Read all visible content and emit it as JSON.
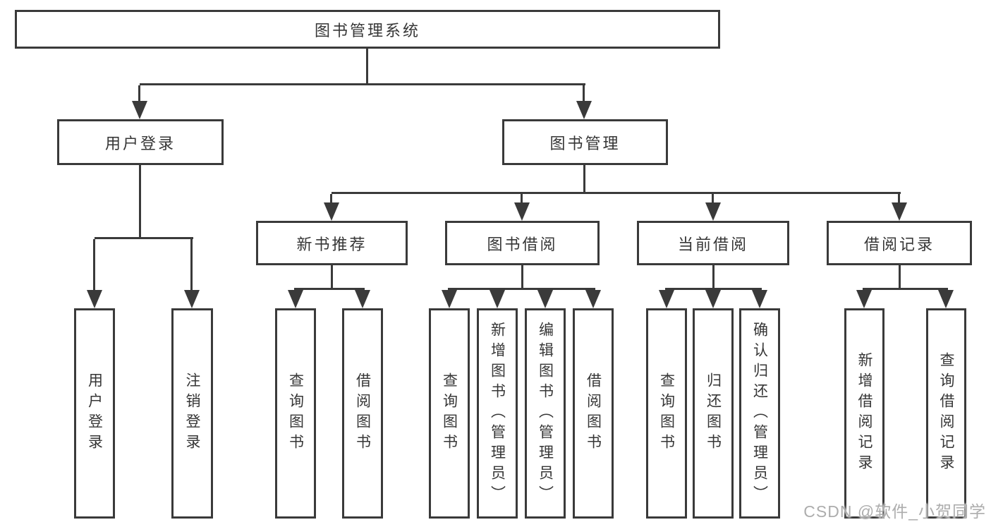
{
  "diagram": {
    "root": {
      "label": "图书管理系统"
    },
    "level2": [
      {
        "label": "用户登录",
        "children": [
          {
            "label": "用户登录"
          },
          {
            "label": "注销登录"
          }
        ]
      },
      {
        "label": "图书管理",
        "children": [
          {
            "label": "新书推荐",
            "children": [
              {
                "label": "查询图书"
              },
              {
                "label": "借阅图书"
              }
            ]
          },
          {
            "label": "图书借阅",
            "children": [
              {
                "label": "查询图书"
              },
              {
                "label": "新增图书（管理员）"
              },
              {
                "label": "编辑图书（管理员）"
              },
              {
                "label": "借阅图书"
              }
            ]
          },
          {
            "label": "当前借阅",
            "children": [
              {
                "label": "查询图书"
              },
              {
                "label": "归还图书"
              },
              {
                "label": "确认归还（管理员）"
              }
            ]
          },
          {
            "label": "借阅记录",
            "children": [
              {
                "label": "新增借阅记录"
              },
              {
                "label": "查询借阅记录"
              }
            ]
          }
        ]
      }
    ]
  },
  "watermark": {
    "text": "CSDN @软件_小贺同学"
  },
  "colors": {
    "line": "#3a3a3a",
    "text": "#363636",
    "watermark": "#adadad",
    "background": "#ffffff"
  }
}
